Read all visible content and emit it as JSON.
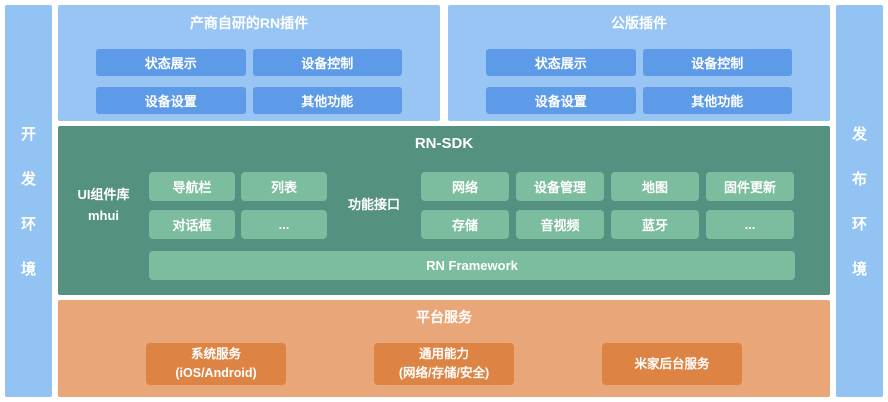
{
  "left_bar": {
    "label": "开发环境",
    "chars": [
      "开",
      "发",
      "环",
      "境"
    ]
  },
  "right_bar": {
    "label": "发布环境",
    "chars": [
      "发",
      "布",
      "环",
      "境"
    ]
  },
  "top_panels": [
    {
      "title": "产商自研的RN插件",
      "buttons": [
        "状态展示",
        "设备控制",
        "设备设置",
        "其他功能"
      ]
    },
    {
      "title": "公版插件",
      "buttons": [
        "状态展示",
        "设备控制",
        "设备设置",
        "其他功能"
      ]
    }
  ],
  "sdk": {
    "title": "RN-SDK",
    "ui_lib": {
      "line1": "UI组件库",
      "line2": "mhui"
    },
    "ui_lib_buttons": [
      "导航栏",
      "列表",
      "对话框",
      "..."
    ],
    "api_label": "功能接口",
    "api_buttons": [
      "网络",
      "设备管理",
      "地图",
      "固件更新",
      "存储",
      "音视频",
      "蓝牙",
      "..."
    ],
    "framework": "RN Framework"
  },
  "platform": {
    "title": "平台服务",
    "buttons": [
      {
        "line1": "系统服务",
        "line2": "(iOS/Android)"
      },
      {
        "line1": "通用能力",
        "line2": "(网络/存储/安全)"
      },
      {
        "line1": "米家后台服务"
      }
    ]
  },
  "colors": {
    "sidebar_blue": "#92c3f2",
    "panel_light_blue": "#98c5f3",
    "button_blue": "#5d9ae8",
    "panel_green": "#549180",
    "button_green": "#7cbd9f",
    "panel_orange": "#e9a678",
    "button_orange": "#dd8444",
    "text": "#ffffff"
  }
}
